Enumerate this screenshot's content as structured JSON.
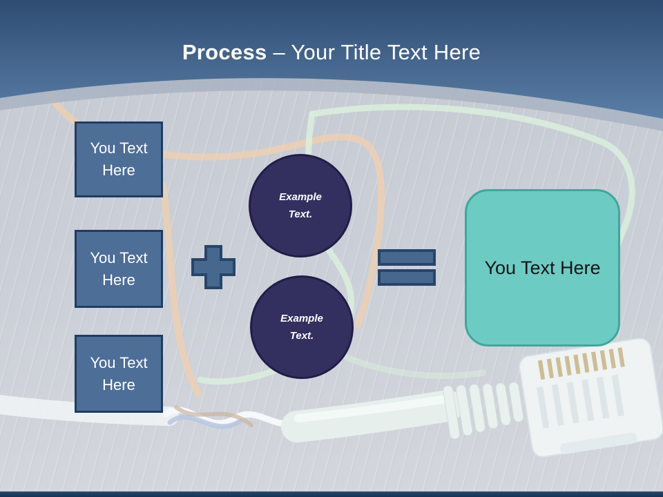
{
  "title": {
    "bold": "Process",
    "rest": " – Your Title Text Here"
  },
  "left_boxes": [
    {
      "label": "You Text Here"
    },
    {
      "label": "You Text Here"
    },
    {
      "label": "You Text Here"
    }
  ],
  "operators": {
    "plus_icon": "plus-icon",
    "equals_icon": "equals-icon"
  },
  "circles": [
    {
      "label": "Example Text."
    },
    {
      "label": "Example Text."
    }
  ],
  "result_box": {
    "label": "You Text Here"
  },
  "background": {
    "illustration": "network-cables-photo"
  },
  "colors": {
    "header_top": "#2F4E75",
    "header_bottom": "#5A7EA6",
    "box_fill": "#4D6E97",
    "box_border": "#1F3C62",
    "circle_fill": "#333060",
    "circle_border": "#211D49",
    "operator_fill": "#46688F",
    "operator_border": "#27456B",
    "result_fill": "#6CCCC4",
    "result_border": "#3FA79D",
    "title_text": "#FFFFFF",
    "bottom_bar": "#1D3D62"
  }
}
